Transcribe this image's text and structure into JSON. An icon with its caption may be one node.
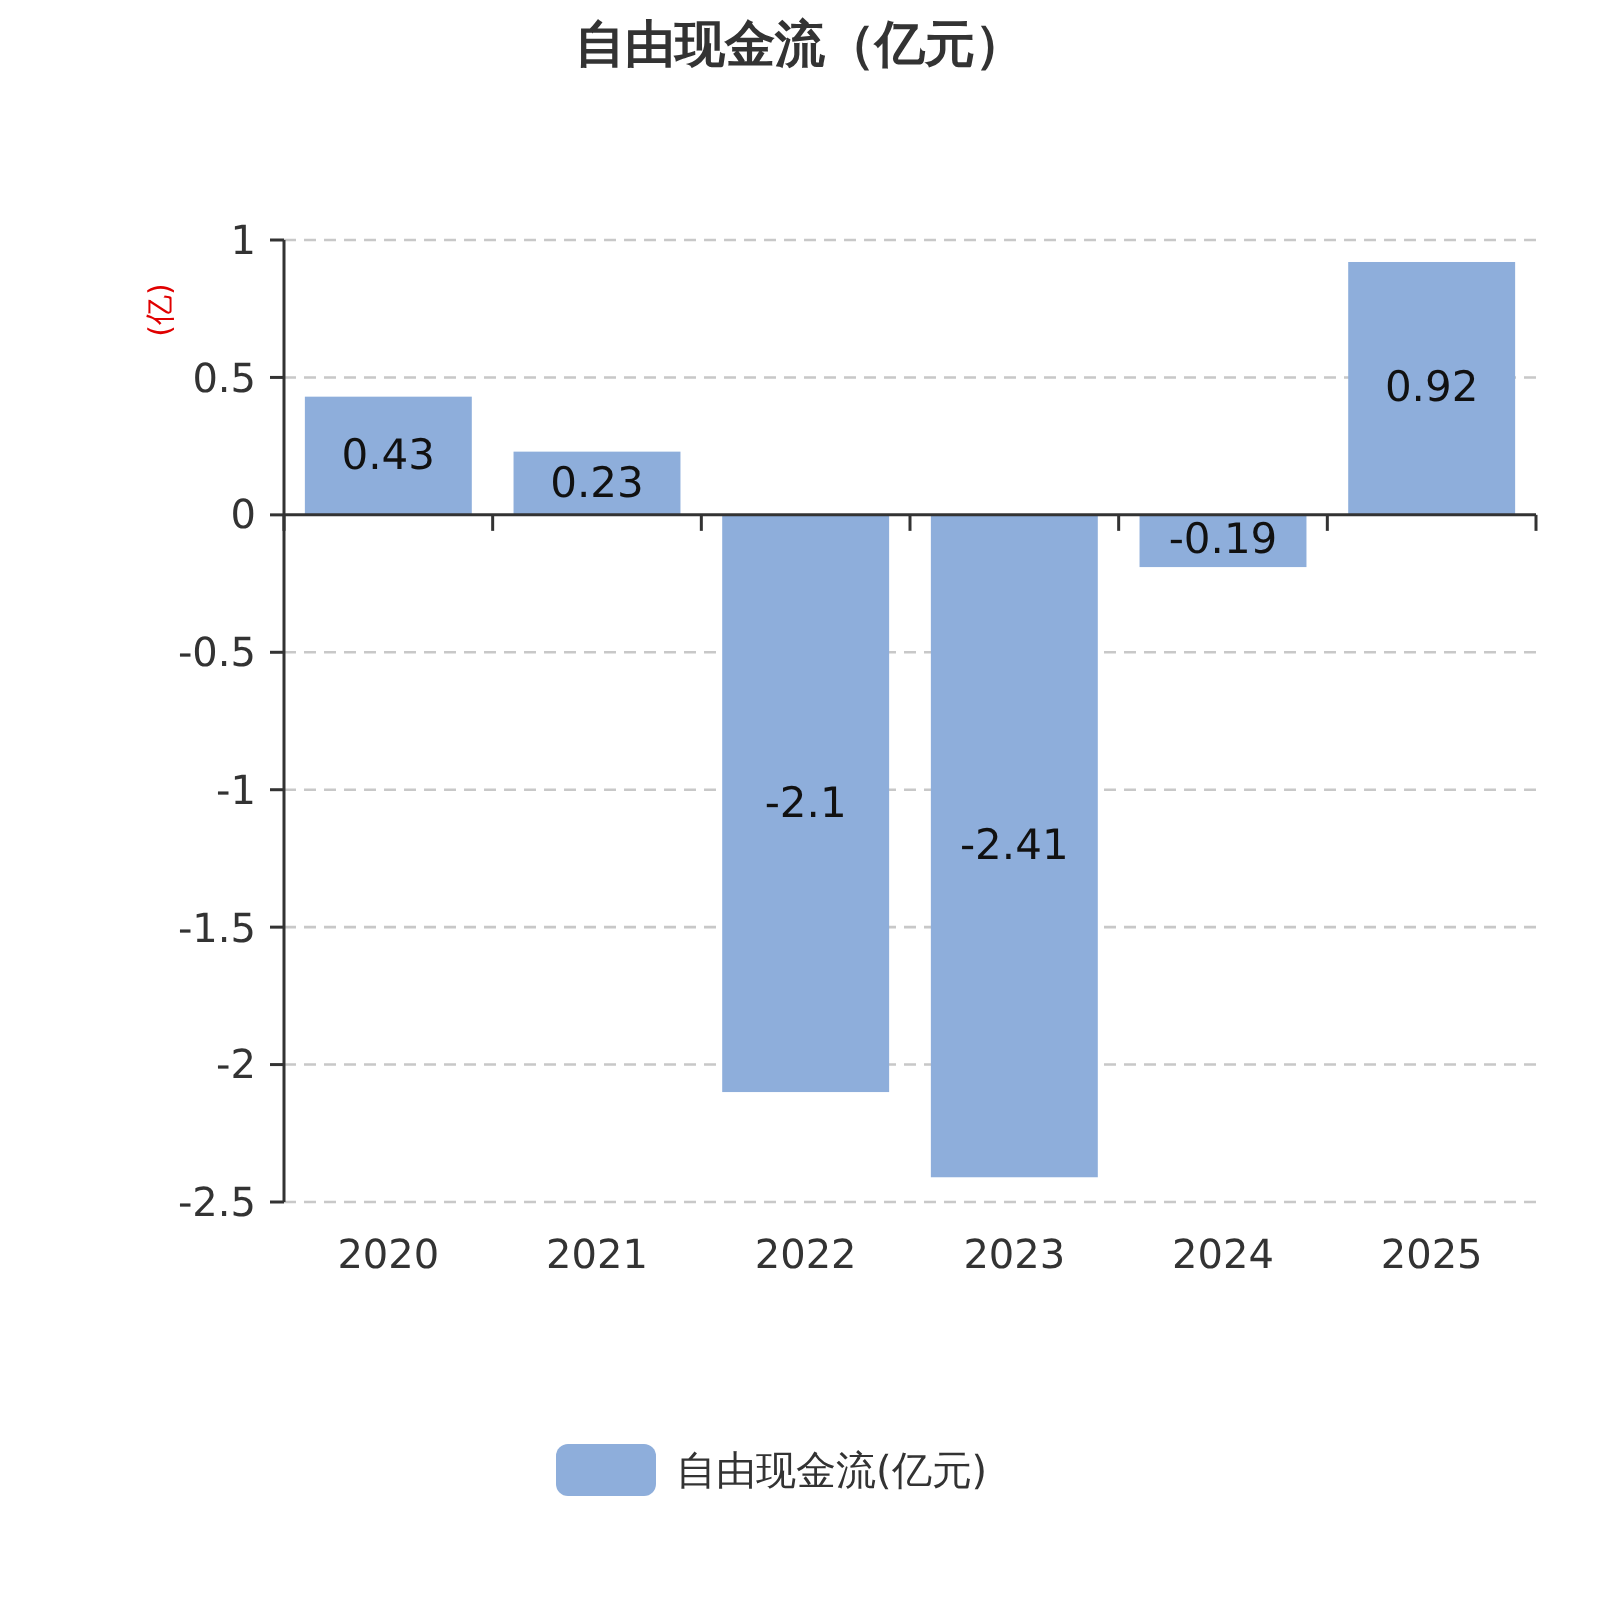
{
  "diagram": {
    "title": "自由现金流（亿元）",
    "legend": [
      {
        "text": "自由现金流(亿元)",
        "color": "#8eaedb"
      }
    ],
    "chart_data": {
      "type": "bar",
      "ylabel": "(亿)",
      "categories": [
        "2020",
        "2021",
        "2022",
        "2023",
        "2024",
        "2025"
      ],
      "series": [
        {
          "color": "#8eaedb",
          "values": [
            0.43,
            0.23,
            -2.1,
            -2.41,
            -0.19,
            0.92
          ]
        }
      ],
      "ylim": [
        -2.5,
        1
      ],
      "yticks": [
        1,
        0.5,
        0,
        -0.5,
        -1,
        -1.5,
        -2,
        -2.5
      ],
      "data_labels": true,
      "grid": true
    }
  }
}
